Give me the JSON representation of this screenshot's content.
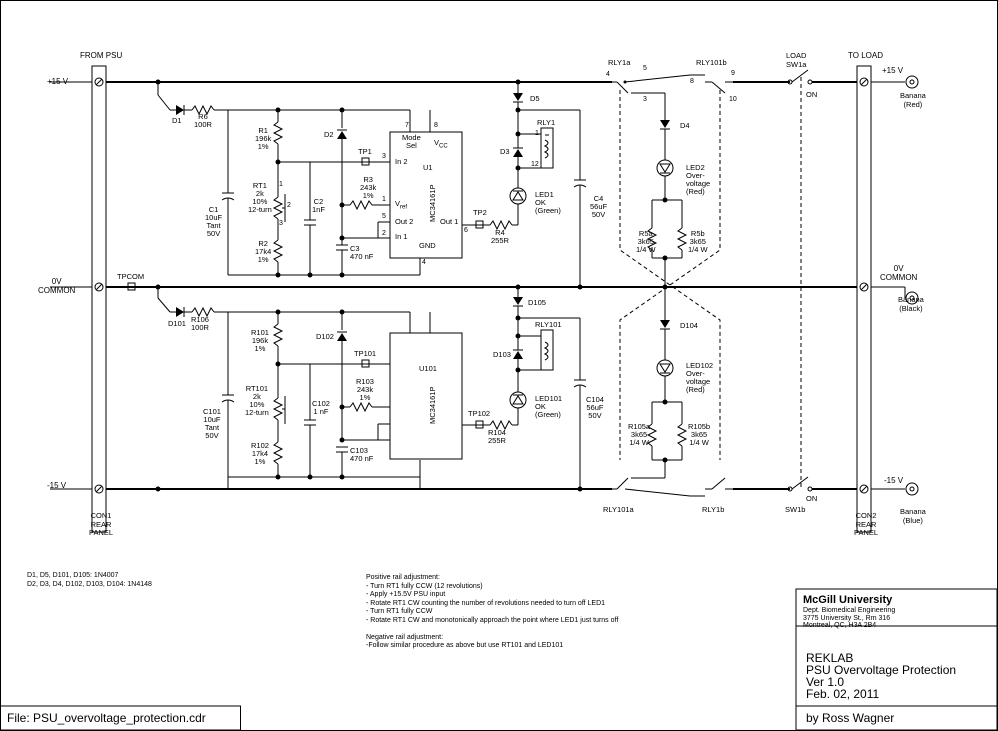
{
  "connectors": {
    "from_psu": "FROM PSU",
    "to_load": "TO LOAD",
    "rail_pos": "+15 V",
    "rail_common": "0V\nCOMMON",
    "rail_neg": "-15 V",
    "con1": "CON1\nREAR\nPANEL",
    "con2": "CON2\nREAR\nPANEL",
    "out_pos": "+15 V",
    "out_common": "0V\nCOMMON",
    "out_neg": "-15 V",
    "banana_red": "Banana\n(Red)",
    "banana_black": "Banana\n(Black)",
    "banana_blue": "Banana\n(Blue)",
    "tpcom": "TPCOM"
  },
  "top_circuit": {
    "d1": "D1",
    "r6": "R6\n100R",
    "r1": "R1\n196k\n1%",
    "rt1": "RT1\n2k\n10%\n12-turn",
    "r2": "R2\n17k4\n1%",
    "c1": "C1\n10uF\nTant\n50V",
    "c2": "C2\n1nF",
    "c3": "C3\n470 nF",
    "d2": "D2",
    "r3": "R3\n243k\n1%",
    "tp1": "TP1",
    "tp2": "TP2",
    "u1": "U1",
    "ic": "MC34161P",
    "mode": "Mode\nSel",
    "vcc": "V",
    "vcc_sub": "CC",
    "in2": "In 2",
    "vref": "V",
    "vref_sub": "ref",
    "out2": "Out 2",
    "in1": "In 1",
    "gnd": "GND",
    "out1": "Out 1",
    "r4": "R4\n255R",
    "led1": "LED1\nOK\n(Green)",
    "d3": "D3",
    "rly1": "RLY1",
    "d5": "D5",
    "c4": "C4\n56uF\n50V",
    "rly1a": "RLY1a",
    "rly101b": "RLY101b",
    "d4": "D4",
    "led2": "LED2\nOver-\nvoltage\n(Red)",
    "r5a": "R5a\n3k65\n1/4 W",
    "r5b": "R5b\n3k65\n1/4 W",
    "load": "LOAD\nSW1a",
    "on": "ON",
    "pins": {
      "p7": "7",
      "p8": "8",
      "p3": "3",
      "p1": "1",
      "p5": "5",
      "p2": "2",
      "p4": "4",
      "p6": "6",
      "pr1": "1",
      "pr12": "12",
      "pr1b": "1",
      "pr3": "3",
      "pr2": "2"
    },
    "relay_pins": {
      "a4": "4",
      "a5": "5",
      "a3": "3",
      "b8": "8",
      "b9": "9",
      "b10": "10"
    }
  },
  "bottom_circuit": {
    "d101": "D101",
    "r106": "R106\n100R",
    "r101": "R101\n196k\n1%",
    "rt101": "RT101\n2k\n10%\n12-turn",
    "r102": "R102\n17k4\n1%",
    "c101": "C101\n10uF\nTant\n50V",
    "c102": "C102\n1 nF",
    "c103": "C103\n470 nF",
    "d102": "D102",
    "r103": "R103\n243k\n1%",
    "tp101": "TP101",
    "tp102": "TP102",
    "u101": "U101",
    "ic": "MC34161P",
    "r104": "R104\n255R",
    "led101": "LED101\nOK\n(Green)",
    "d103": "D103",
    "rly101": "RLY101",
    "d105": "D105",
    "c104": "C104\n56uF\n50V",
    "d104": "D104",
    "led102": "LED102\nOver-\nvoltage\n(Red)",
    "r105a": "R105a\n3k65\n1/4 W",
    "r105b": "R105b\n3k65\n1/4 W",
    "rly101a": "RLY101a",
    "rly1b": "RLY1b",
    "sw1b": "SW1b",
    "on": "ON"
  },
  "notes": {
    "diodes": "D1, D5, D101, D105: 1N4007\nD2, D3, D4, D102, D103, D104: 1N4148",
    "adjust": "Positive rail adjustment:\n- Turn RT1 fully CCW (12 revolutions)\n- Apply +15.5V PSU input\n- Rotate RT1 CW counting the number of revolutions needed to turn off LED1\n- Turn RT1 fully CCW\n- Rotate RT1 CW and monotonically approach the point where LED1 just turns off\n\nNegative rail adjustment:\n-Follow similar procedure as above but use RT101 and LED101"
  },
  "title_block": {
    "org": "McGill University",
    "dept": "Dept. Biomedical Engineering\n3775 University St., Rm 316\nMontreal, QC, H3A 2B4",
    "project": "REKLAB\nPSU Overvoltage Protection\nVer 1.0\nFeb. 02, 2011",
    "author": "by Ross Wagner"
  },
  "file_label": "File: PSU_overvoltage_protection.cdr"
}
